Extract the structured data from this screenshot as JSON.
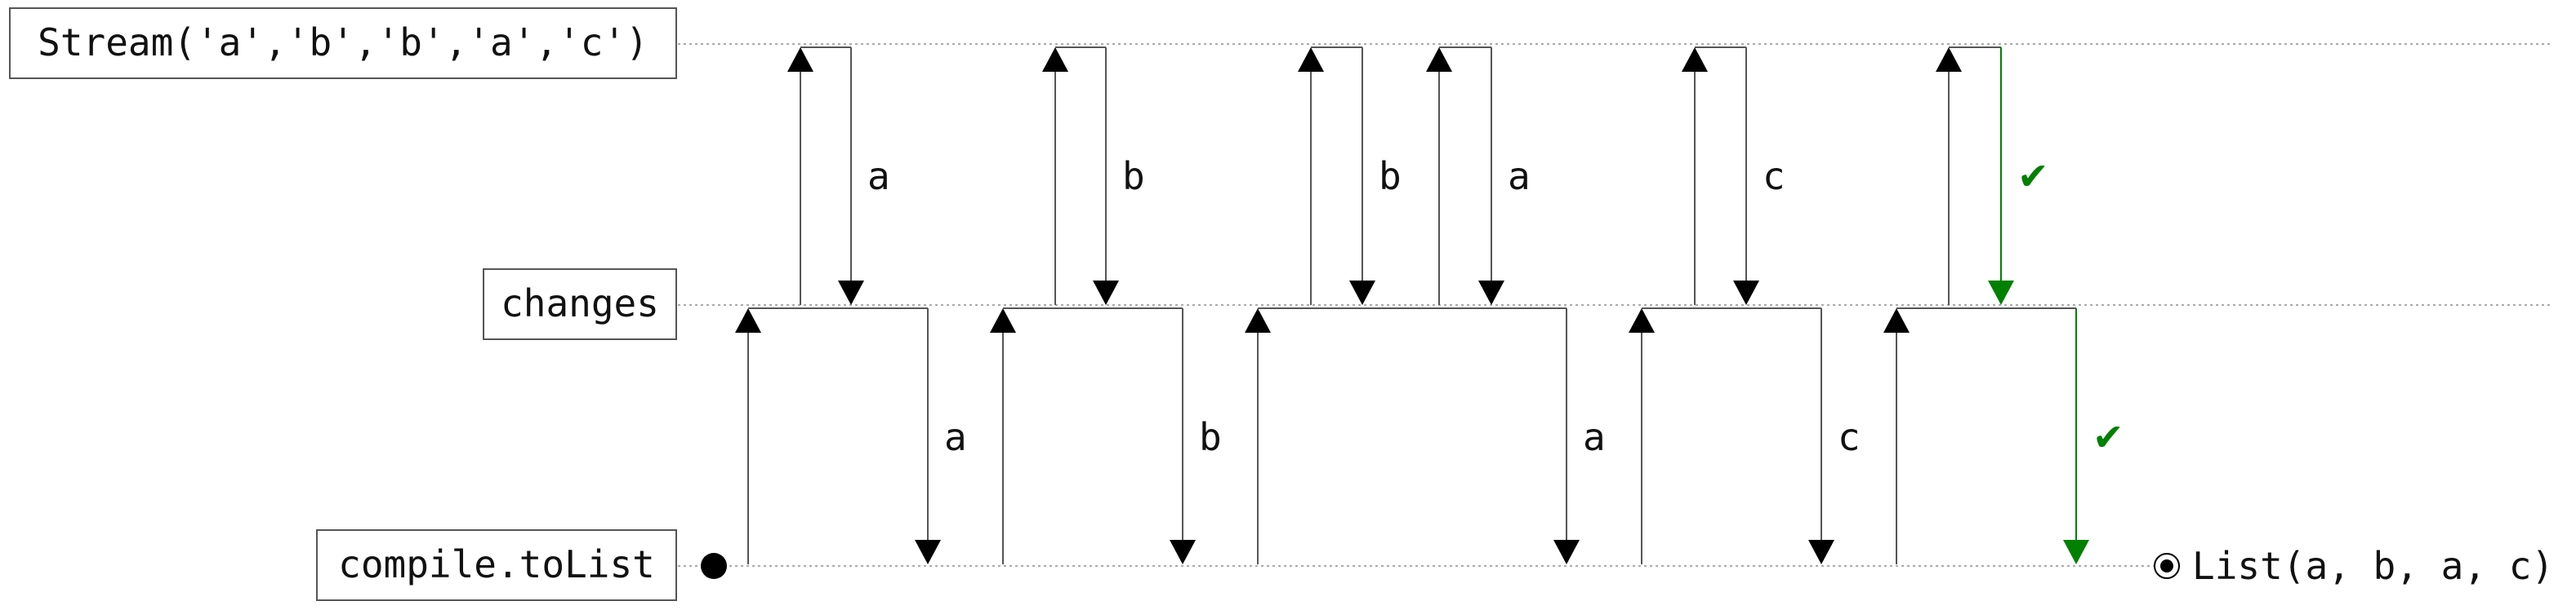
{
  "lanes": [
    {
      "id": "source",
      "label": "Stream('a','b','b','a','c')"
    },
    {
      "id": "changes",
      "label": "changes"
    },
    {
      "id": "sink",
      "label": "compile.toList"
    }
  ],
  "result": "List(a, b, a, c)",
  "colors": {
    "ink": "#000000",
    "line": "#555555",
    "dotted": "#aaaaaa",
    "done": "#008000"
  },
  "icons": {
    "start": "filled-circle-icon",
    "end": "bullseye-icon",
    "done": "check-mark-icon"
  },
  "upstream_pulls": [
    {
      "value": "a",
      "done": false
    },
    {
      "value": "b",
      "done": false
    },
    {
      "value": "b",
      "done": false
    },
    {
      "value": "a",
      "done": false
    },
    {
      "value": "c",
      "done": false
    },
    {
      "value": "✔",
      "done": true
    }
  ],
  "downstream_emits": [
    {
      "value": "a",
      "done": false
    },
    {
      "value": "b",
      "done": false
    },
    {
      "value": "a",
      "done": false
    },
    {
      "value": "c",
      "done": false
    },
    {
      "value": "✔",
      "done": true
    }
  ]
}
